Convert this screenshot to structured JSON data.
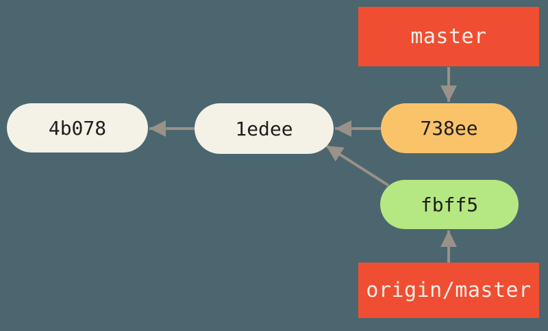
{
  "diagram": {
    "type": "git-commit-history-graph",
    "background_color": "#4B666E",
    "arrow_color": "#9A9189",
    "branch_labels": [
      {
        "id": "master",
        "label": "master",
        "fill": "#F04E32",
        "text_color": "#F2EFE8",
        "points_to": "738ee"
      },
      {
        "id": "origin-master",
        "label": "origin/master",
        "fill": "#F04E32",
        "text_color": "#F2EFE8",
        "points_to": "fbff5"
      }
    ],
    "commits": [
      {
        "id": "4b078",
        "label": "4b078",
        "fill": "#F4F1E7",
        "text_color": "#1E1E1C",
        "parent": null
      },
      {
        "id": "1edee",
        "label": "1edee",
        "fill": "#F4F1E7",
        "text_color": "#1E1E1C",
        "parent": "4b078"
      },
      {
        "id": "738ee",
        "label": "738ee",
        "fill": "#FAC36A",
        "text_color": "#1E1E1C",
        "parent": "1edee"
      },
      {
        "id": "fbff5",
        "label": "fbff5",
        "fill": "#B5E783",
        "text_color": "#1E1E1C",
        "parent": "1edee"
      }
    ],
    "edges": [
      {
        "from": "master",
        "to": "738ee"
      },
      {
        "from": "738ee",
        "to": "1edee"
      },
      {
        "from": "1edee",
        "to": "4b078"
      },
      {
        "from": "fbff5",
        "to": "1edee"
      },
      {
        "from": "origin-master",
        "to": "fbff5"
      }
    ]
  }
}
